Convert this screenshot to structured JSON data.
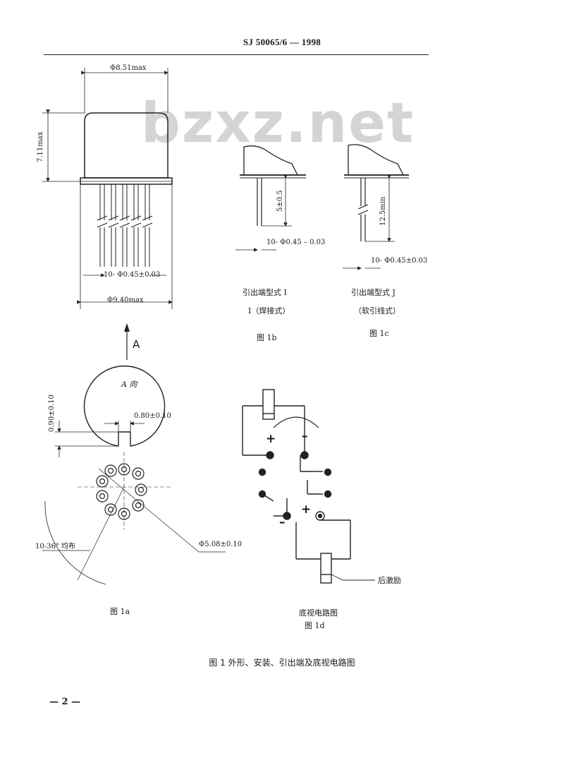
{
  "header": "SJ 50065/6 — 1998",
  "watermark": "bzxz.net",
  "fig_1_main": {
    "dim_top_diameter": "Φ8.51max",
    "dim_height": "7.11max",
    "dim_pins": "10- Φ0.45±0.03",
    "dim_base_diameter": "Φ9.40max",
    "view_arrow": "A"
  },
  "fig_1b": {
    "dim_length": "5±0.5",
    "dim_pins": "10- Φ0.45 – 0.03",
    "label_line1": "引出端型式 I",
    "label_line2": "I（焊接式）",
    "caption": "图 1b"
  },
  "fig_1c": {
    "dim_length": "12.5min",
    "dim_pins": "10- Φ0.45±0.03",
    "label_line1": "引出端型式 J",
    "label_line2": "（软引线式）",
    "caption": "图 1c"
  },
  "fig_1a": {
    "view_label": "A 向",
    "dim_tab_height": "0.90±0.10",
    "dim_tab_width": "0.80±0.10",
    "dim_angle": "10-36° 均布",
    "dim_pcd": "Φ5.08±0.10",
    "caption": "图 1a"
  },
  "fig_1d": {
    "plus_top": "+",
    "minus_top": "–",
    "plus_bottom": "+",
    "minus_bottom": "–",
    "coil_label": "后激励",
    "title": "底视电路图",
    "caption": "图 1d"
  },
  "figure_title": "图 1   外形、安装、引出端及底视电路图",
  "page_number": "— 2 —"
}
